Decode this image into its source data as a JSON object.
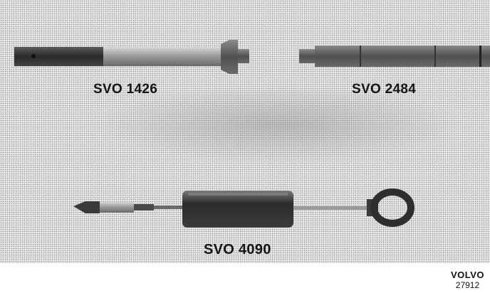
{
  "tools": [
    {
      "label": "SVO 1426"
    },
    {
      "label": "SVO 2484"
    },
    {
      "label": "SVO 4090"
    }
  ],
  "footer": {
    "brand": "VOLVO",
    "figure_number": "27912"
  },
  "colors": {
    "background": "#ffffff",
    "metal_dark": "#3c3c3c",
    "metal_light": "#b8b8b8"
  }
}
